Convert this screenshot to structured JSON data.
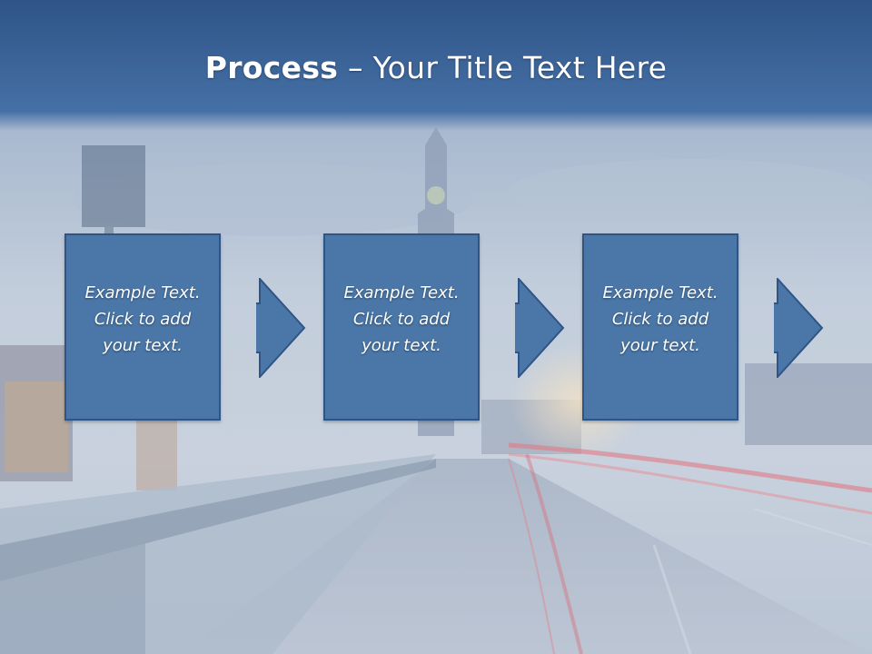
{
  "title": {
    "strong": "Process",
    "rest": " – Your Title Text Here"
  },
  "steps": [
    {
      "line1": "Example Text.",
      "line2": "Click  to add",
      "line3": "your text."
    },
    {
      "line1": "Example Text.",
      "line2": "Click  to add",
      "line3": "your text."
    },
    {
      "line1": "Example Text.",
      "line2": "Click  to add",
      "line3": "your text."
    }
  ],
  "colors": {
    "title_band": "#3f69a0",
    "box_fill": "#4a77a8",
    "box_border": "#2e5585",
    "text": "#ffffff"
  }
}
